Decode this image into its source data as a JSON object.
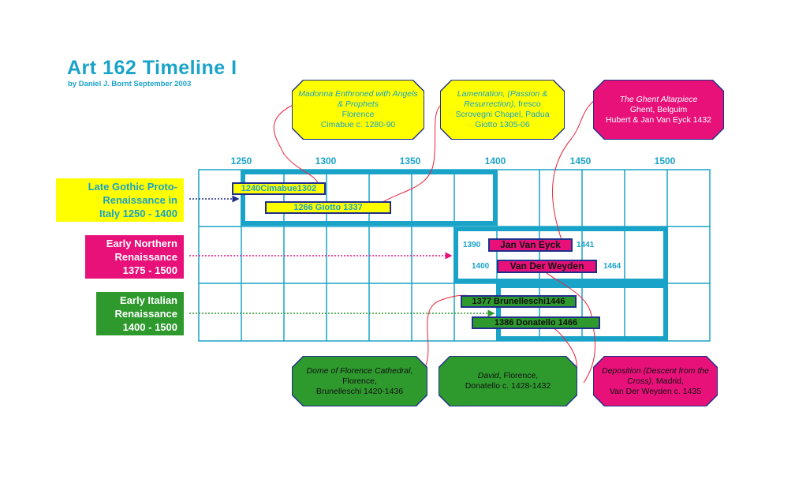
{
  "header": {
    "title": "Art 162 Timeline I",
    "subtitle": "by Daniel J. Bornt September 2003"
  },
  "axis": {
    "years": [
      "1250",
      "1300",
      "1350",
      "1400",
      "1450",
      "1500"
    ]
  },
  "periods": {
    "late_gothic": {
      "line1": "Late Gothic Proto-",
      "line2": "Renaissance in",
      "line3": "Italy 1250 - 1400"
    },
    "northern": {
      "line1": "Early Northern",
      "line2": "Renaissance",
      "line3": "1375 - 1500"
    },
    "italian": {
      "line1": "Early Italian",
      "line2": "Renaissance",
      "line3": "1400 - 1500"
    }
  },
  "artists": {
    "cimabue": {
      "label": "1240Cimabue1302"
    },
    "giotto": {
      "label": "1266 Giotto 1337"
    },
    "van_eyck": {
      "label": "Jan Van Eyck",
      "start": "1390",
      "end": "1441"
    },
    "van_der_weyden": {
      "label": "Van Der Weyden",
      "start": "1400",
      "end": "1464"
    },
    "brunelleschi": {
      "label": "1377 Brunelleschi1446"
    },
    "donatello": {
      "label": "1386 Donatello 1466"
    }
  },
  "notes": {
    "madonna": {
      "title": "Madonna Enthroned with Angels & Prophets",
      "line2": "Florence",
      "line3": "Cimabue c. 1280-90"
    },
    "lamentation": {
      "title": "Lamentation, (Passion & Resurrection)",
      "rest": ", fresco",
      "line2": "Scrovegni Chapel, Padua",
      "line3": "Giotto 1305-06"
    },
    "ghent": {
      "title": "The Ghent Altarpiece",
      "line2": "Ghent, Belguim",
      "line3": "Hubert & Jan Van Eyck 1432"
    },
    "dome": {
      "title": "Dome of Florence Cathedral",
      "rest": ", Florence,",
      "line3": "Brunelleschi 1420-1436"
    },
    "david": {
      "title": "David",
      "rest": ", Florence,",
      "line3": "Donatello c. 1428-1432"
    },
    "deposition": {
      "title": "Deposition (Descent from the Cross)",
      "rest": ", Madrid,",
      "line3": "Van Der Weyden c. 1435"
    }
  },
  "colors": {
    "accent": "#1aa3c8",
    "yellow": "#ffff00",
    "magenta": "#e8117a",
    "green": "#2e9a2e",
    "connector": "#e8233a",
    "bar_border": "#1f2f8a"
  }
}
